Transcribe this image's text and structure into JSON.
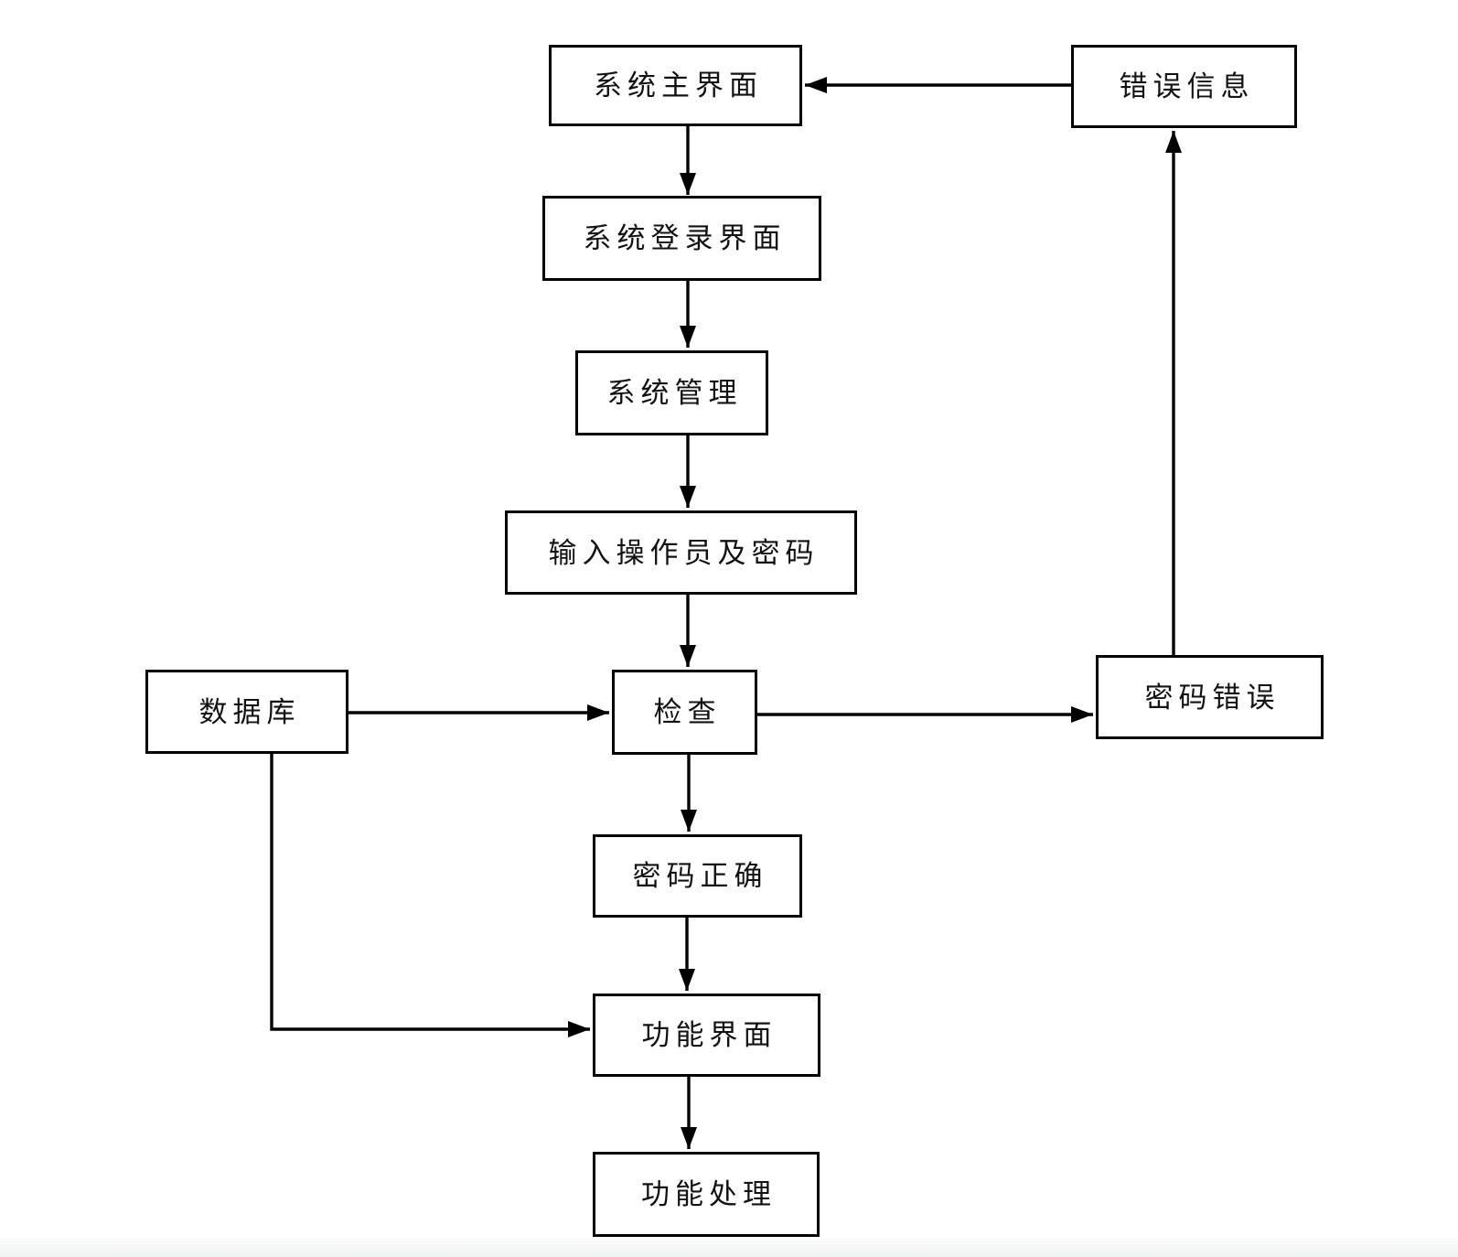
{
  "diagram": {
    "type": "flowchart",
    "background": "#ffffff",
    "line_color": "#000000",
    "box_border_color": "#000000",
    "text_color": "#121212",
    "nodes": {
      "system_main": {
        "label": "系统主界面"
      },
      "error_info": {
        "label": "错误信息"
      },
      "login_screen": {
        "label": "系统登录界面"
      },
      "system_mgmt": {
        "label": "系统管理"
      },
      "input_credentials": {
        "label": "输入操作员及密码"
      },
      "database": {
        "label": "数据库"
      },
      "check": {
        "label": "检查"
      },
      "password_wrong": {
        "label": "密码错误"
      },
      "password_correct": {
        "label": "密码正确"
      },
      "function_screen": {
        "label": "功能界面"
      },
      "function_process": {
        "label": "功能处理"
      }
    },
    "edges": [
      {
        "from": "system_main",
        "to": "login_screen",
        "direction": "down"
      },
      {
        "from": "login_screen",
        "to": "system_mgmt",
        "direction": "down"
      },
      {
        "from": "system_mgmt",
        "to": "input_credentials",
        "direction": "down"
      },
      {
        "from": "input_credentials",
        "to": "check",
        "direction": "down"
      },
      {
        "from": "database",
        "to": "check",
        "direction": "right"
      },
      {
        "from": "check",
        "to": "password_wrong",
        "direction": "right"
      },
      {
        "from": "password_wrong",
        "to": "error_info",
        "direction": "up"
      },
      {
        "from": "error_info",
        "to": "system_main",
        "direction": "left"
      },
      {
        "from": "check",
        "to": "password_correct",
        "direction": "down"
      },
      {
        "from": "password_correct",
        "to": "function_screen",
        "direction": "down"
      },
      {
        "from": "database",
        "to": "function_screen",
        "direction": "down-right"
      },
      {
        "from": "function_screen",
        "to": "function_process",
        "direction": "down"
      }
    ]
  }
}
